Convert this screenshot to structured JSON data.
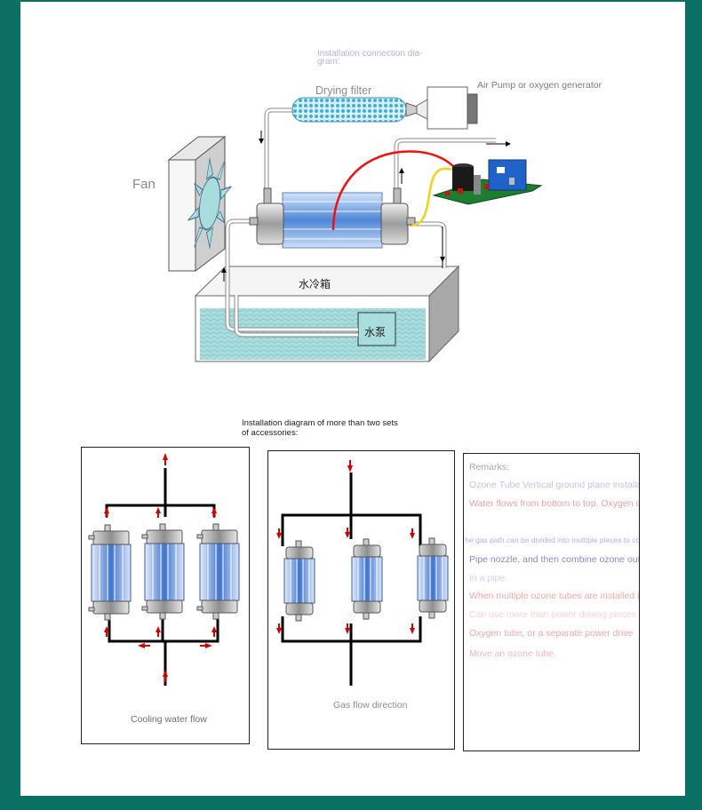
{
  "top_diagram": {
    "title_line1": "Installation connection dia-",
    "title_line2": "gram:",
    "drying_filter": "Drying filter",
    "air_pump": "Air Pump or oxygen generator",
    "fan": "Fan",
    "water_tank": "水冷箱",
    "water_pump": "水泵"
  },
  "multi": {
    "title_line1": "Installation diagram of more than two sets",
    "title_line2": "of accessories:"
  },
  "panels": {
    "cooling_caption": "Cooling water flow",
    "gas_caption": "Gas flow direction"
  },
  "remarks": {
    "heading": "Remarks:",
    "lines": [
      "Ozone Tube Vertical ground plane installation, cooling",
      "Water flows from bottom to top. Oxygen or air",
      "The gas path can be divided into multiple pieces to connect ozone",
      "Pipe nozzle, and then combine ozone outlet",
      "In a pipe.",
      "When multiple ozone tubes are installed in parallel,",
      "Can use more than power driving pieces of stinky",
      "Oxygen tube, or a separate power drive",
      "Move an ozone tube."
    ],
    "colors": [
      "#c9c0e4",
      "#e9a1a1",
      "#b6aede",
      "#8d86c8",
      "#d3cdee",
      "#f1a7a7",
      "#f7d2d2",
      "#f1a7a7",
      "#f4b8b8"
    ]
  },
  "colors": {
    "background": "#0b7064",
    "tube_blue": "#4f86d6",
    "arrow_red": "#d40000",
    "water": "#a9dcdc"
  }
}
